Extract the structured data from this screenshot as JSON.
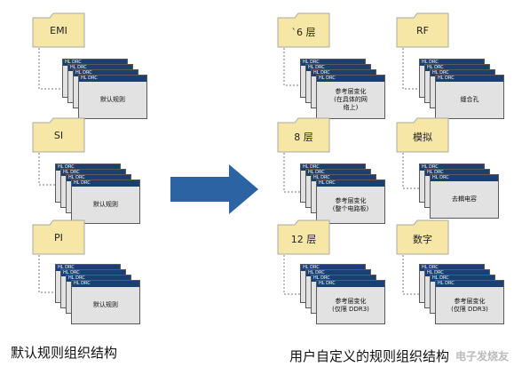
{
  "window_title_label": "HL DRC",
  "left": {
    "caption": "默认规则组织结构",
    "groups": [
      {
        "folder": "EMI",
        "doc": "默认规则"
      },
      {
        "folder": "SI",
        "doc": "默认规则"
      },
      {
        "folder": "PI",
        "doc": "默认规则"
      }
    ]
  },
  "right": {
    "caption": "用户自定义的规则组织结构",
    "groups": [
      {
        "folder": "`6 层",
        "doc": "参考层变化\n(在具体的网\n络上)"
      },
      {
        "folder": "RF",
        "doc": "缝合孔"
      },
      {
        "folder": "8 层",
        "doc": "参考层变化\n(整个电路板)"
      },
      {
        "folder": "模拟",
        "doc": "去耦电容"
      },
      {
        "folder": "12 层",
        "doc": "参考层变化\n(仅限 DDR3)"
      },
      {
        "folder": "数字",
        "doc": "参考层变化\n(仅限 DDR3)"
      }
    ]
  },
  "watermark": "电子发烧友",
  "colors": {
    "folder_fill": "#f6e7a6",
    "folder_stroke": "#a8a8a8",
    "title_bar": "#1a3f73",
    "arrow": "#2b63a3"
  },
  "icons": {
    "folder": "folder-icon",
    "arrow": "right-arrow-icon"
  }
}
